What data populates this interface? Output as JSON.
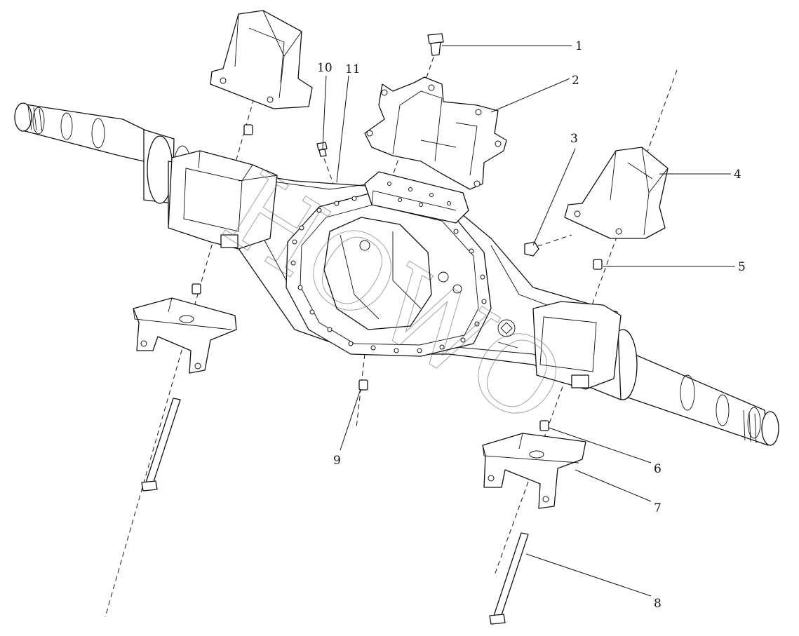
{
  "callouts": {
    "c1": "1",
    "c2": "2",
    "c3": "3",
    "c4": "4",
    "c5": "5",
    "c6": "6",
    "c7": "7",
    "c8": "8",
    "c9": "9",
    "c10": "10",
    "c11": "11"
  },
  "watermark": "HOWO",
  "colors": {
    "line": "#111111",
    "background": "#ffffff"
  }
}
